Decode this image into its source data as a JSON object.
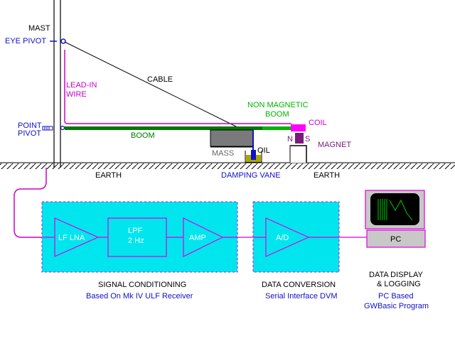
{
  "labels": {
    "mast": "MAST",
    "eye_pivot": "EYE PIVOT",
    "cable": "CABLE",
    "lead_in_1": "LEAD-IN",
    "lead_in_2": "WIRE",
    "non_magnetic_1": "NON MAGNETIC",
    "non_magnetic_2": "BOOM",
    "coil": "COIL",
    "point_1": "POINT",
    "point_2": "PIVOT",
    "boom": "BOOM",
    "n": "N",
    "s": "S",
    "magnet": "MAGNET",
    "mass": "MASS",
    "oil": "OIL",
    "earth_left": "EARTH",
    "damping_vane": "DAMPING VANE",
    "earth_right": "EARTH"
  },
  "blocks": {
    "lf_lna": "LF LNA",
    "lpf_1": "LPF",
    "lpf_2": "2 Hz",
    "amp": "AMP",
    "ad": "A/D",
    "pc": "PC"
  },
  "captions": {
    "signal_conditioning": "SIGNAL CONDITIONING",
    "signal_conditioning_sub": "Based On Mk IV ULF Receiver",
    "data_conversion": "DATA CONVERSION",
    "data_conversion_sub": "Serial Interface DVM",
    "data_display_1": "DATA DISPLAY",
    "data_display_2": "& LOGGING",
    "data_display_sub_1": "PC Based",
    "data_display_sub_2": "GWBasic Program"
  },
  "colors": {
    "label_blue": "#1010c8",
    "boom_green": "#007800",
    "non_magnetic_green": "#00b400",
    "lead_in_magenta": "#cc00cc",
    "coil_magenta": "#ff00ff",
    "panel_cyan": "#00e5ee",
    "block_magenta": "#dd00dd",
    "magnet_purple": "#7a1a7a",
    "mass_grey": "#7a7a7a",
    "oil_olive": "#a8a800",
    "pc_grey": "#c8c8c8"
  }
}
